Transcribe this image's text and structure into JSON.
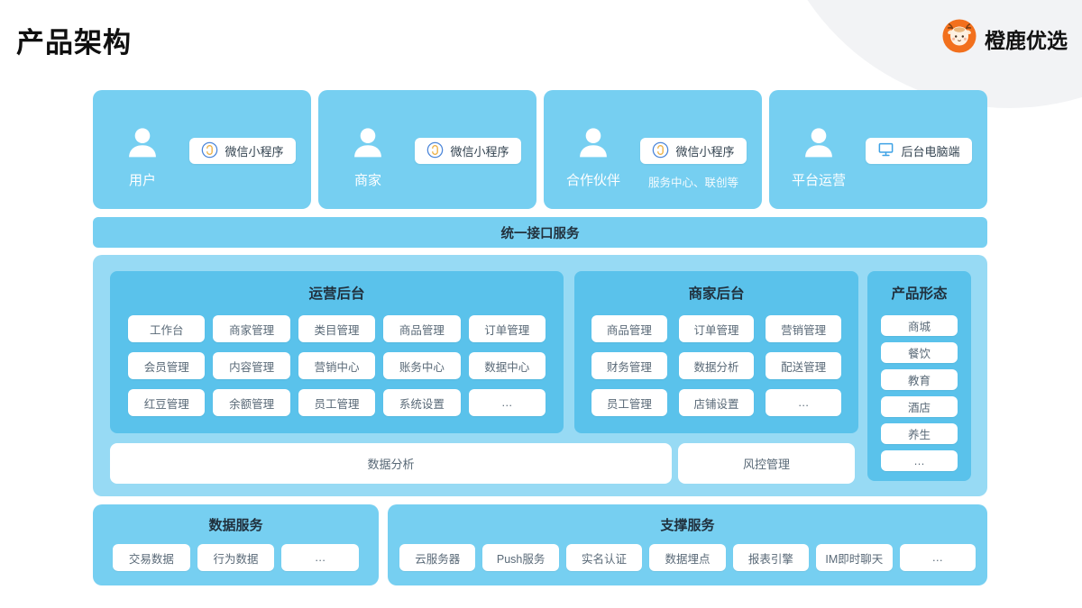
{
  "header": {
    "title": "产品架构",
    "brand": "橙鹿优选"
  },
  "colors": {
    "card_blue": "#76cff1",
    "panel_blue": "#5ac2eb",
    "container_blue": "#97daf4",
    "brand_orange": "#f2701d",
    "header_text": "#20303d",
    "pill_text": "#596977"
  },
  "actors": [
    {
      "label": "用户",
      "button": {
        "icon": "miniprogram-icon",
        "label": "微信小程序"
      }
    },
    {
      "label": "商家",
      "button": {
        "icon": "miniprogram-icon",
        "label": "微信小程序"
      }
    },
    {
      "label": "合作伙伴",
      "button": {
        "icon": "miniprogram-icon",
        "label": "微信小程序"
      },
      "note": "服务中心、联创等"
    },
    {
      "label": "平台运营",
      "button": {
        "icon": "desktop-icon",
        "label": "后台电脑端"
      }
    }
  ],
  "api_bar": {
    "label": "统一接口服务"
  },
  "platform": {
    "operations": {
      "title": "运营后台",
      "items": [
        "工作台",
        "商家管理",
        "类目管理",
        "商品管理",
        "订单管理",
        "会员管理",
        "内容管理",
        "营销中心",
        "账务中心",
        "数据中心",
        "红豆管理",
        "余额管理",
        "员工管理",
        "系统设置",
        "…"
      ]
    },
    "merchant": {
      "title": "商家后台",
      "items": [
        "商品管理",
        "订单管理",
        "营销管理",
        "财务管理",
        "数据分析",
        "配送管理",
        "员工管理",
        "店铺设置",
        "…"
      ]
    },
    "product_forms": {
      "title": "产品形态",
      "items": [
        "商城",
        "餐饮",
        "教育",
        "酒店",
        "养生",
        "…"
      ]
    },
    "bottom_bars": [
      {
        "label": "数据分析"
      },
      {
        "label": "风控管理"
      }
    ]
  },
  "data_services": {
    "title": "数据服务",
    "items": [
      "交易数据",
      "行为数据",
      "…"
    ]
  },
  "support_services": {
    "title": "支撑服务",
    "items": [
      "云服务器",
      "Push服务",
      "实名认证",
      "数据埋点",
      "报表引擎",
      "IM即时聊天",
      "…"
    ]
  }
}
